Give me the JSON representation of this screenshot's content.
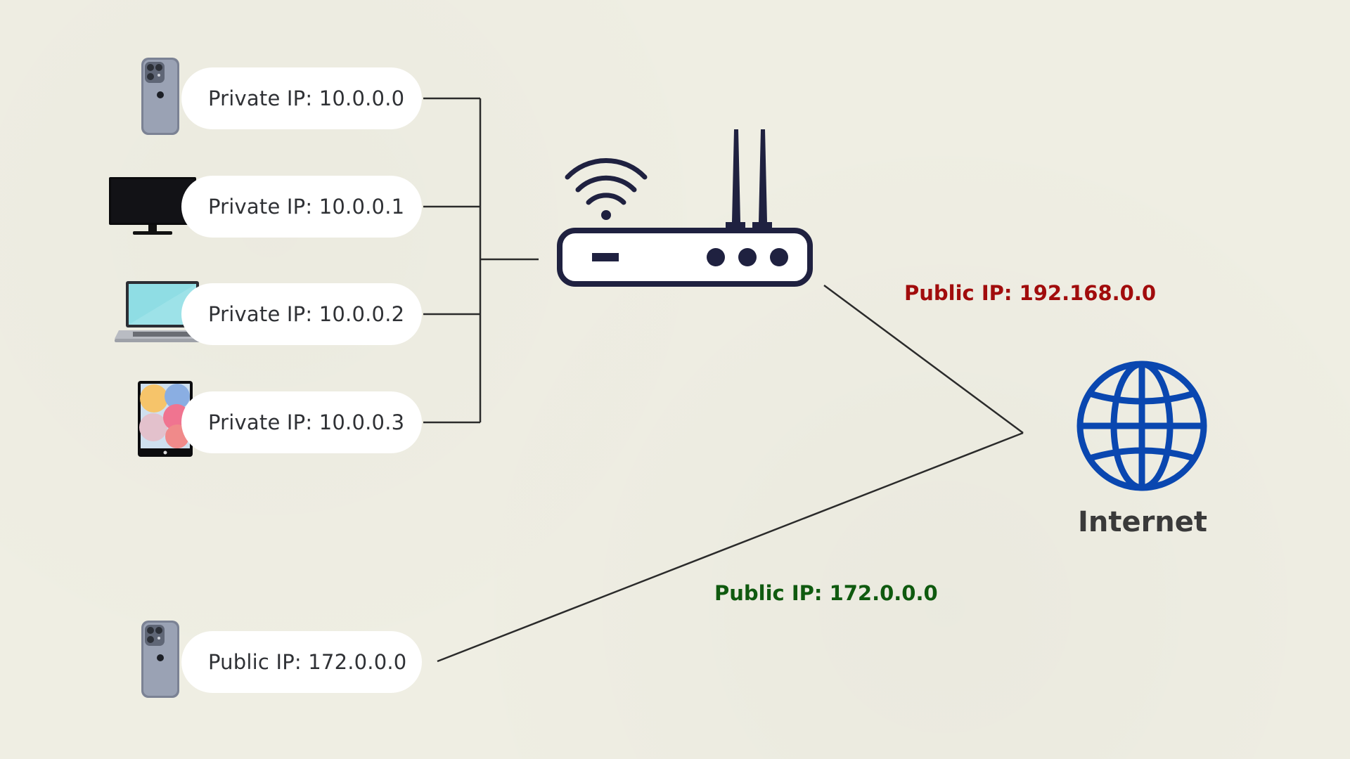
{
  "devices": [
    {
      "id": "phone-1",
      "icon": "smartphone-icon",
      "label": "Private IP: 10.0.0.0"
    },
    {
      "id": "monitor",
      "icon": "monitor-icon",
      "label": "Private IP: 10.0.0.1"
    },
    {
      "id": "laptop",
      "icon": "laptop-icon",
      "label": "Private IP: 10.0.0.2"
    },
    {
      "id": "tablet",
      "icon": "tablet-icon",
      "label": "Private IP: 10.0.0.3"
    }
  ],
  "standalone_device": {
    "icon": "smartphone-icon",
    "label": "Public IP: 172.0.0.0"
  },
  "router": {
    "icon": "router-icon",
    "wifi_icon": "wifi-icon"
  },
  "router_public_ip": {
    "text": "Public IP: 192.168.0.0",
    "color": "#a10c0c"
  },
  "phone_public_ip": {
    "text": "Public IP: 172.0.0.0",
    "color": "#0f5a0f"
  },
  "internet": {
    "icon": "globe-icon",
    "label": "Internet",
    "color": "#0a47b0"
  }
}
